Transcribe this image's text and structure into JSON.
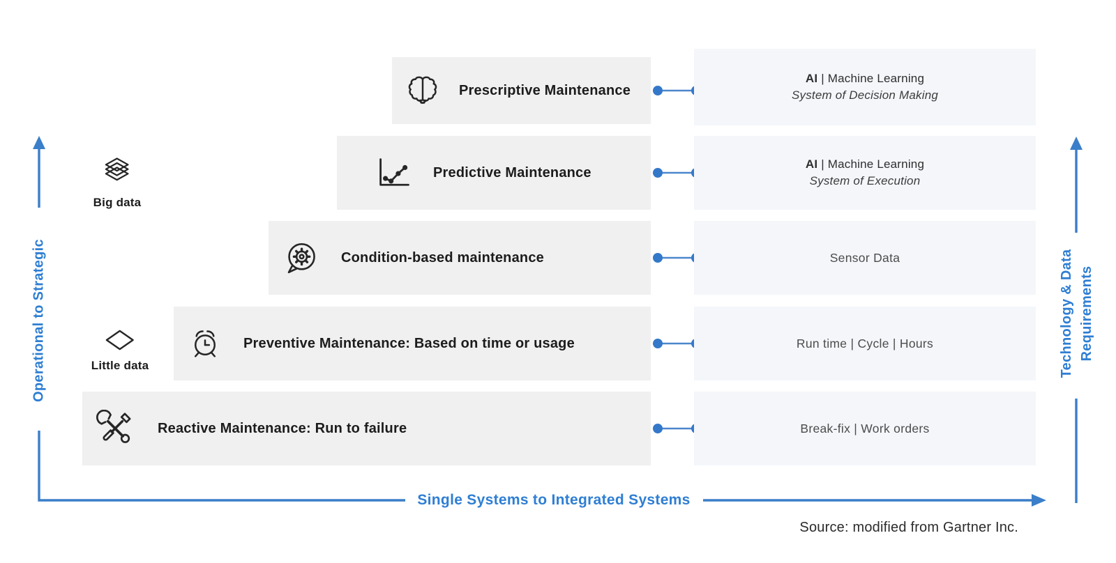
{
  "axes": {
    "left_label": "Operational to Strategic",
    "bottom_label": "Single Systems to Integrated Systems",
    "right_label_line1": "Technology & Data",
    "right_label_line2": "Requirements"
  },
  "legend": {
    "big_data": {
      "icon": "layers-icon",
      "label": "Big data"
    },
    "little_data": {
      "icon": "diamond-icon",
      "label": "Little data"
    }
  },
  "rows": [
    {
      "icon": "brain-icon",
      "label": "Prescriptive Maintenance",
      "tech": {
        "primary_bold": "AI",
        "primary_rest": " | Machine Learning",
        "secondary_italic": "System of Decision Making"
      }
    },
    {
      "icon": "chart-icon",
      "label": "Predictive Maintenance",
      "tech": {
        "primary_bold": "AI",
        "primary_rest": " | Machine Learning",
        "secondary_italic": "System of Execution"
      }
    },
    {
      "icon": "chat-gear-icon",
      "label": "Condition-based maintenance",
      "tech": {
        "value": "Sensor Data"
      }
    },
    {
      "icon": "alarm-clock-icon",
      "label": "Preventive Maintenance: Based on time or usage",
      "tech": {
        "value": "Run time | Cycle | Hours"
      }
    },
    {
      "icon": "tools-icon",
      "label": "Reactive Maintenance: Run to failure",
      "tech": {
        "value": "Break-fix | Work orders"
      }
    }
  ],
  "source": "Source: modified from Gartner Inc.",
  "colors": {
    "accent_blue_lines": "#3b7ec9",
    "accent_blue_text": "#2e7ed3",
    "connector_dot_blue": "#3478c9",
    "left_box_bg": "#f0f0f0",
    "right_box_bg": "#f4f6fa",
    "icon_ink": "#262626",
    "label_ink": "#1c1c1c"
  }
}
